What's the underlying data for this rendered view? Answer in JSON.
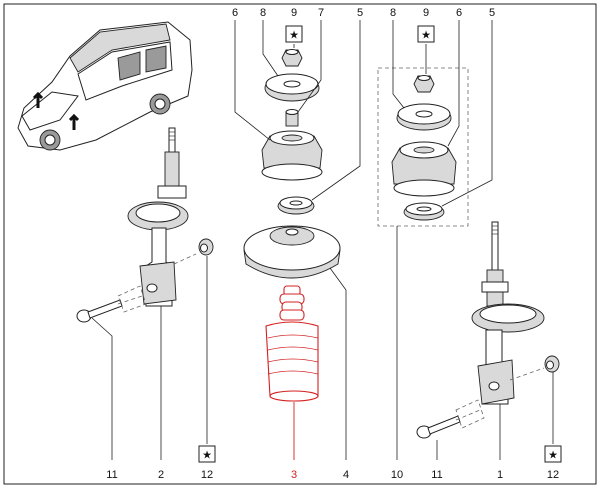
{
  "callouts": {
    "top": [
      {
        "id": "c-6a",
        "text": "6"
      },
      {
        "id": "c-8a",
        "text": "8"
      },
      {
        "id": "c-9a",
        "text": "9"
      },
      {
        "id": "c-7",
        "text": "7"
      },
      {
        "id": "c-5a",
        "text": "5"
      },
      {
        "id": "c-8b",
        "text": "8"
      },
      {
        "id": "c-9b",
        "text": "9"
      },
      {
        "id": "c-6b",
        "text": "6"
      },
      {
        "id": "c-5b",
        "text": "5"
      }
    ],
    "bottom": [
      {
        "id": "c-11a",
        "text": "11"
      },
      {
        "id": "c-2",
        "text": "2"
      },
      {
        "id": "c-12a",
        "text": "12"
      },
      {
        "id": "c-3",
        "text": "3"
      },
      {
        "id": "c-4",
        "text": "4"
      },
      {
        "id": "c-10",
        "text": "10"
      },
      {
        "id": "c-11b",
        "text": "11"
      },
      {
        "id": "c-1",
        "text": "1"
      },
      {
        "id": "c-12b",
        "text": "12"
      }
    ]
  },
  "star_symbol": "★",
  "highlight_color": "#d42020",
  "highlighted_part": "3"
}
